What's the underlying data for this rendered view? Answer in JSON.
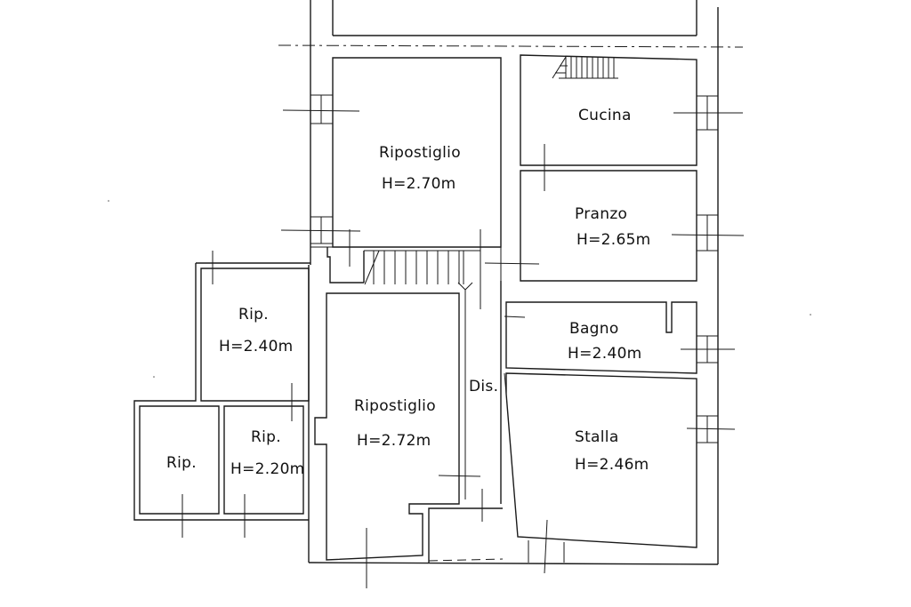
{
  "rooms": {
    "ripostiglio_top": {
      "name": "Ripostiglio",
      "height": "H=2.70m"
    },
    "cucina": {
      "name": "Cucina"
    },
    "pranzo": {
      "name": "Pranzo",
      "height": "H=2.65m"
    },
    "rip_upper_left": {
      "name": "Rip.",
      "height": "H=2.40m"
    },
    "bagno": {
      "name": "Bagno",
      "height": "H=2.40m"
    },
    "dis": {
      "name": "Dis."
    },
    "ripostiglio_center": {
      "name": "Ripostiglio",
      "height": "H=2.72m"
    },
    "stalla": {
      "name": "Stalla",
      "height": "H=2.46m"
    },
    "rip_small_left": {
      "name": "Rip."
    },
    "rip_small_mid": {
      "name": "Rip.",
      "height": "H=2.20m"
    }
  }
}
